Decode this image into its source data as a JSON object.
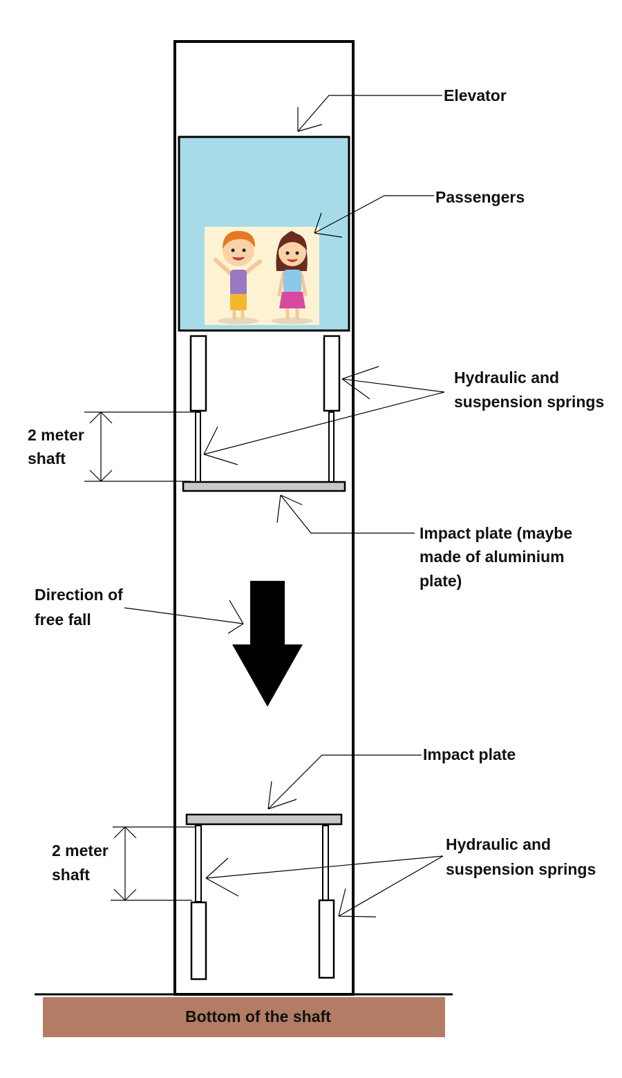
{
  "labels": {
    "elevator": "Elevator",
    "passengers": "Passengers",
    "hydraulic_top_line1": "Hydraulic and",
    "hydraulic_top_line2": "suspension springs",
    "shaft_top_line1": "2 meter",
    "shaft_top_line2": "shaft",
    "impact_plate_top_line1": "Impact plate (maybe",
    "impact_plate_top_line2": "made of aluminium",
    "impact_plate_top_line3": "plate)",
    "direction_line1": "Direction of",
    "direction_line2": "free fall",
    "impact_plate_bottom": "Impact plate",
    "shaft_bottom_line1": "2 meter",
    "shaft_bottom_line2": "shaft",
    "hydraulic_bottom_line1": "Hydraulic and",
    "hydraulic_bottom_line2": "suspension springs",
    "ground": "Bottom of the shaft"
  },
  "colors": {
    "cabin": "#a8dbe8",
    "passenger_panel": "#fdf3d2",
    "plate": "#c8c8c8",
    "ground": "#b9826a",
    "arrow": "#000000"
  }
}
